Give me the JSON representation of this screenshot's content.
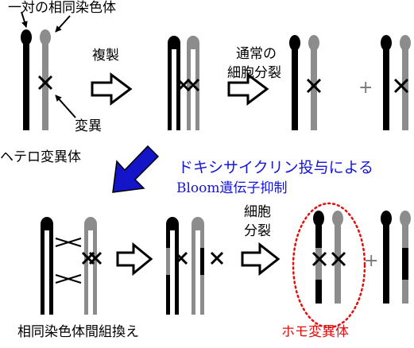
{
  "labels": {
    "homolog_pair": "一対の相同染色体",
    "replication": "複製",
    "normal_division_line1": "通常の",
    "normal_division_line2": "細胞分裂",
    "mutation": "変異",
    "hetero": "ヘテロ変異体",
    "doxycycline_line1": "ドキシサイクリン投与による",
    "doxycycline_line2": "Bloom遺伝子抑制",
    "division_line1": "細胞",
    "division_line2": "分裂",
    "recombination": "相同染色体間組換え",
    "homo": "ホモ変異体",
    "plus": "+"
  },
  "colors": {
    "black_chromosome": "#000000",
    "gray_chromosome": "#8c8c8c",
    "highlight_arrow": "#1414c8",
    "homo_label": "#e01010",
    "homo_outline": "#e01010"
  }
}
